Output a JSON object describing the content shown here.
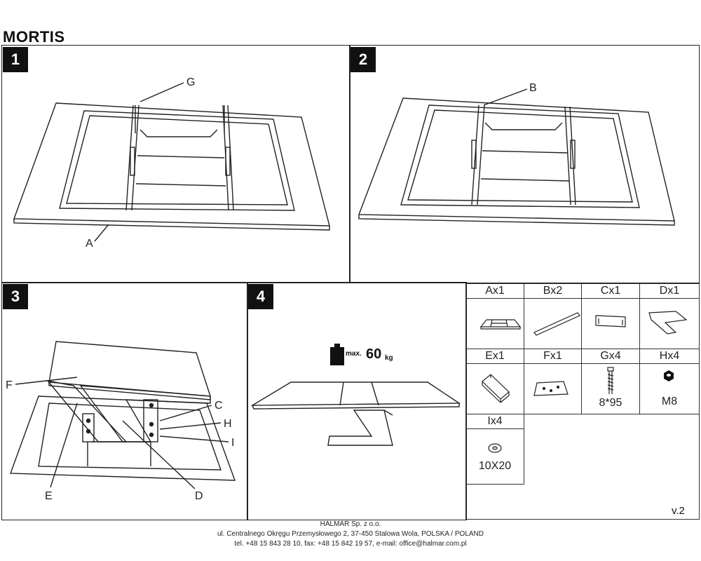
{
  "title": "MORTIS",
  "steps": [
    {
      "number": "1"
    },
    {
      "number": "2"
    },
    {
      "number": "3"
    },
    {
      "number": "4"
    }
  ],
  "labels": {
    "A": "A",
    "B": "B",
    "C": "C",
    "D": "D",
    "E": "E",
    "F": "F",
    "G": "G",
    "H": "H",
    "I": "I"
  },
  "weight": {
    "prefix": "max.",
    "value": "60",
    "unit": "kg"
  },
  "parts": [
    {
      "header": "Ax1",
      "icon": "tabletop-frame-icon"
    },
    {
      "header": "Bx2",
      "icon": "rail-bar-icon"
    },
    {
      "header": "Cx1",
      "icon": "bracket-plate-icon"
    },
    {
      "header": "Dx1",
      "icon": "leg-z-icon"
    },
    {
      "header": "Ex1",
      "icon": "block-icon"
    },
    {
      "header": "Fx1",
      "icon": "mounting-plate-icon"
    },
    {
      "header": "Gx4",
      "icon": "bolt-icon",
      "sub": "8*95"
    },
    {
      "header": "Hx4",
      "icon": "nut-icon",
      "sub": "M8"
    },
    {
      "header": "Ix4",
      "icon": "washer-icon",
      "sub": "10X20"
    }
  ],
  "version": "v.2",
  "footer": {
    "line1": "HALMAR Sp. z o.o.",
    "line2": "ul. Centralnego Okręgu Przemysłowego 2, 37-450 Stalowa Wola, POLSKA / POLAND",
    "line3": "tel. +48 15 843 28 10, fax: +48 15 842 19 57, e-mail: office@halmar.com.pl"
  }
}
